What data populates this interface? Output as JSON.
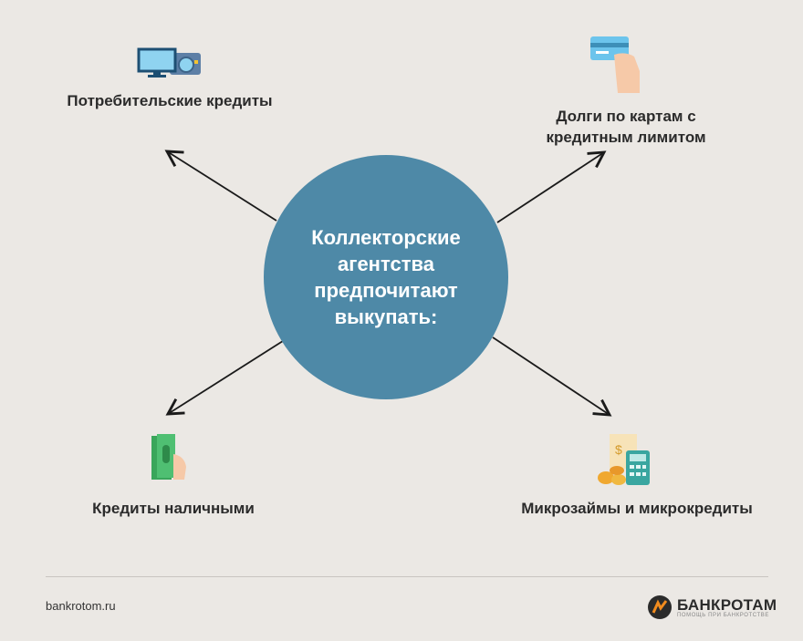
{
  "center": {
    "title": "Коллекторские агентства предпочитают выкупать:",
    "color": "#4e89a7"
  },
  "items": [
    {
      "label": "Потребительские кредиты",
      "icon": "monitor-camera-icon"
    },
    {
      "label": "Долги по картам с кредитным лимитом",
      "icon": "hand-card-icon"
    },
    {
      "label": "Кредиты наличными",
      "icon": "cash-hand-icon"
    },
    {
      "label": "Микрозаймы и микрокредиты",
      "icon": "calculator-coins-icon"
    }
  ],
  "footer": {
    "site": "bankrotom.ru",
    "brand": "БАНКРОТАМ",
    "tagline": "ПОМОЩЬ ПРИ БАНКРОТСТВЕ"
  }
}
